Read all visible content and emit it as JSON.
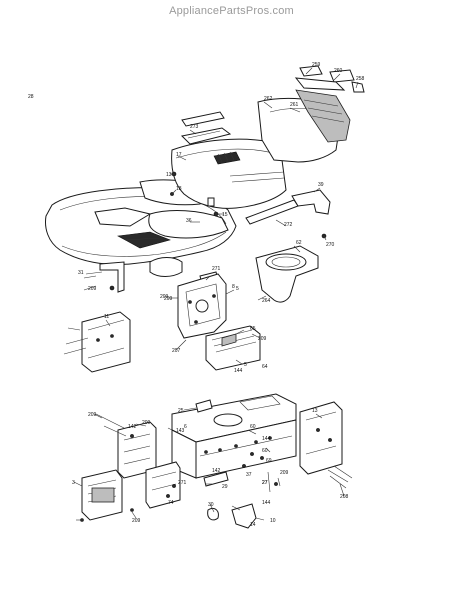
{
  "watermark": "AppliancePartsPros.com",
  "callouts": [
    "259",
    "260",
    "258",
    "262",
    "261",
    "28",
    "273",
    "17",
    "13",
    "18",
    "15",
    "36",
    "272",
    "39",
    "270",
    "62",
    "264",
    "271",
    "8",
    "209",
    "207",
    "31",
    "209",
    "5",
    "65",
    "5",
    "209",
    "11",
    "64",
    "209",
    "144",
    "25",
    "6",
    "209",
    "142",
    "60",
    "143",
    "144",
    "60",
    "69",
    "209",
    "3",
    "142",
    "271",
    "27",
    "144",
    "37",
    "209",
    "29",
    "74",
    "208",
    "30",
    "10",
    "27",
    "14",
    "13",
    "209"
  ]
}
